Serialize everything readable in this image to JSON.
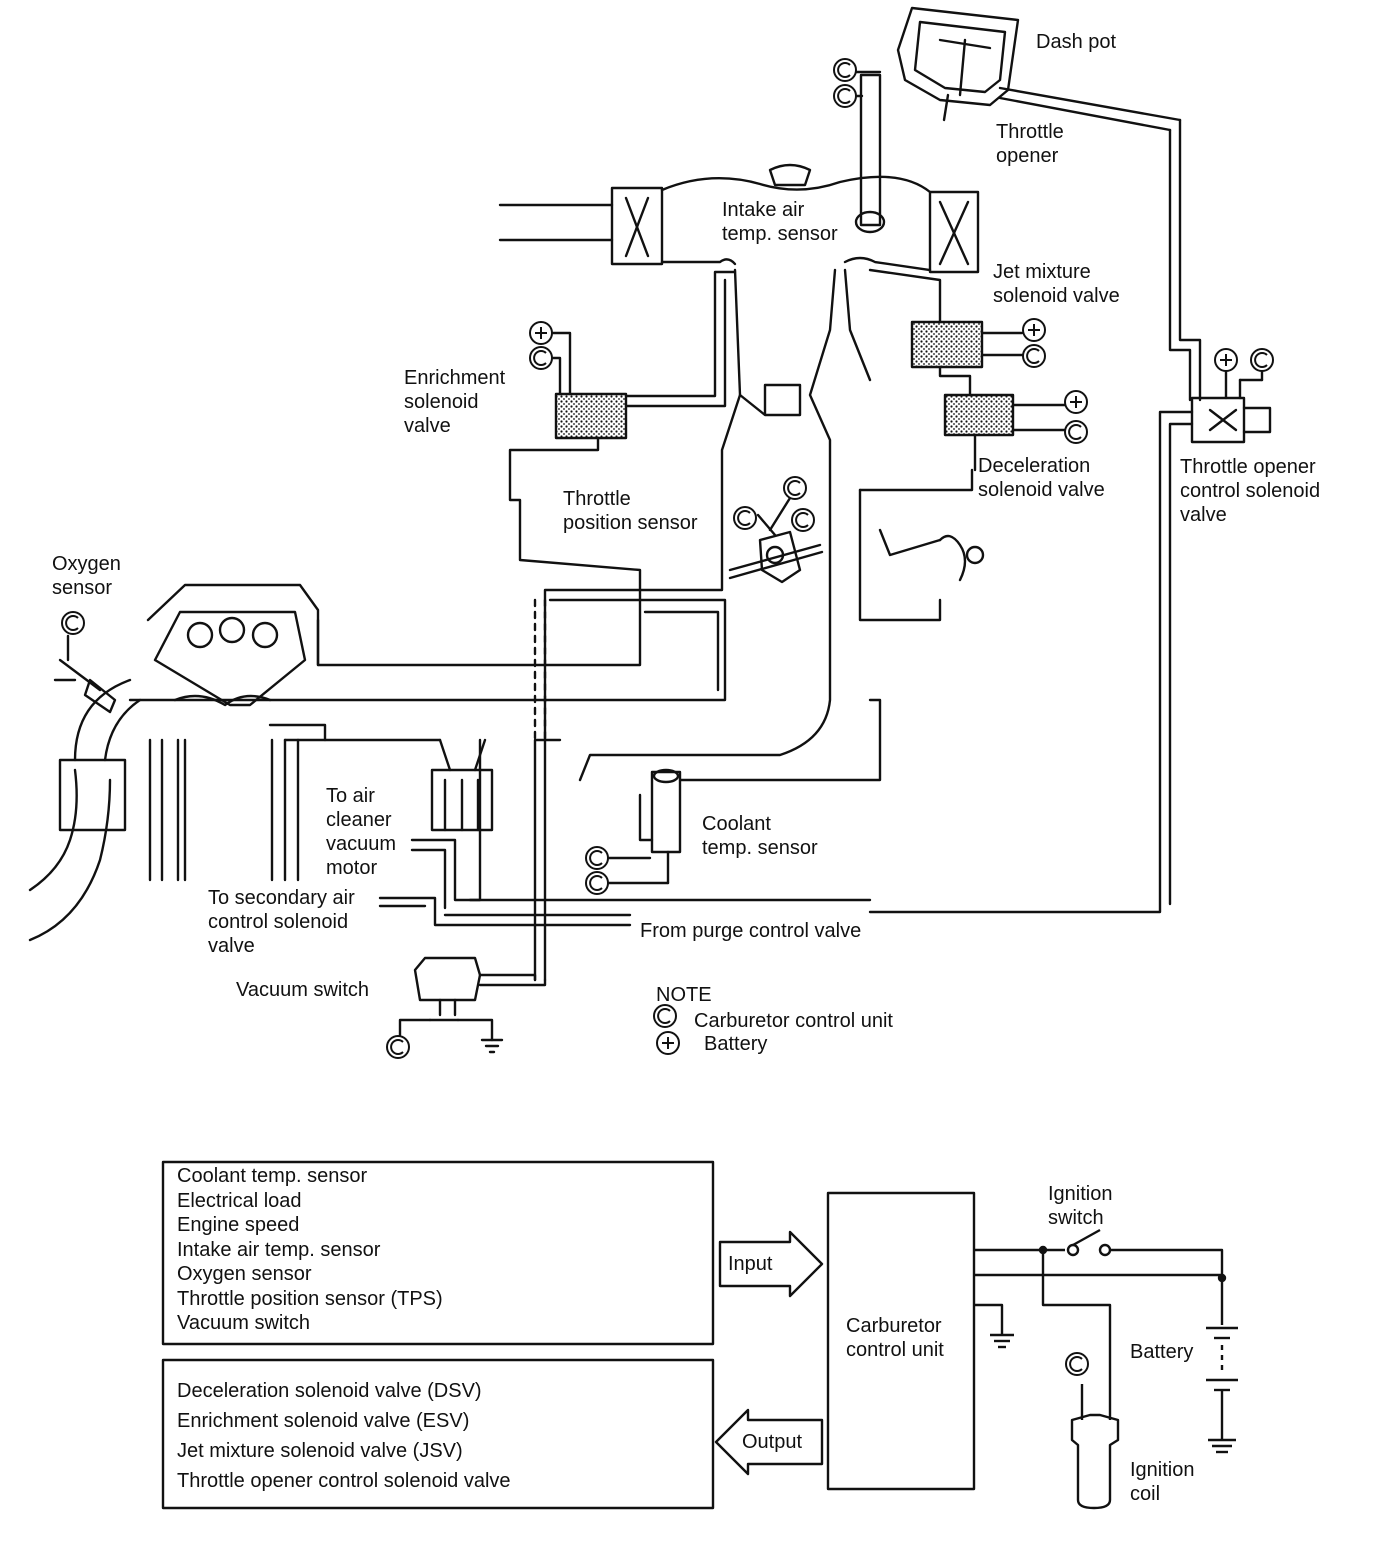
{
  "labels": {
    "dash_pot": "Dash pot",
    "throttle_opener": "Throttle\nopener",
    "intake_air_temp_sensor": "Intake air\ntemp. sensor",
    "jet_mixture_solenoid_valve": "Jet mixture\nsolenoid valve",
    "enrichment_solenoid_valve": "Enrichment\nsolenoid\nvalve",
    "throttle_position_sensor": "Throttle\nposition sensor",
    "deceleration_solenoid_valve": "Deceleration\nsolenoid valve",
    "throttle_opener_control_solenoid_valve": "Throttle opener\ncontrol solenoid\nvalve",
    "oxygen_sensor": "Oxygen\nsensor",
    "to_air_cleaner_vacuum_motor": "To air\ncleaner\nvacuum\nmotor",
    "coolant_temp_sensor": "Coolant\ntemp. sensor",
    "to_secondary_air_control_solenoid_valve": "To secondary air\ncontrol solenoid\nvalve",
    "from_purge_control_valve": "From purge control valve",
    "vacuum_switch": "Vacuum switch",
    "note_title": "NOTE",
    "note_c": "Carburetor control unit",
    "note_plus": "Battery",
    "symbol_c": "C",
    "symbol_plus": "+"
  },
  "block": {
    "inputs": [
      "Coolant temp. sensor",
      "Electrical load",
      "Engine speed",
      "Intake air temp. sensor",
      "Oxygen sensor",
      "Throttle position sensor (TPS)",
      "Vacuum switch"
    ],
    "outputs": [
      "Deceleration solenoid valve (DSV)",
      "Enrichment solenoid valve (ESV)",
      "Jet mixture solenoid valve (JSV)",
      "Throttle opener control solenoid valve"
    ],
    "input_arrow": "Input",
    "output_arrow": "Output",
    "control_unit": "Carburetor\ncontrol unit",
    "ignition_switch": "Ignition\nswitch",
    "battery": "Battery",
    "ignition_coil": "Ignition\ncoil"
  },
  "colors": {
    "ink": "#111111",
    "paper": "#ffffff"
  }
}
